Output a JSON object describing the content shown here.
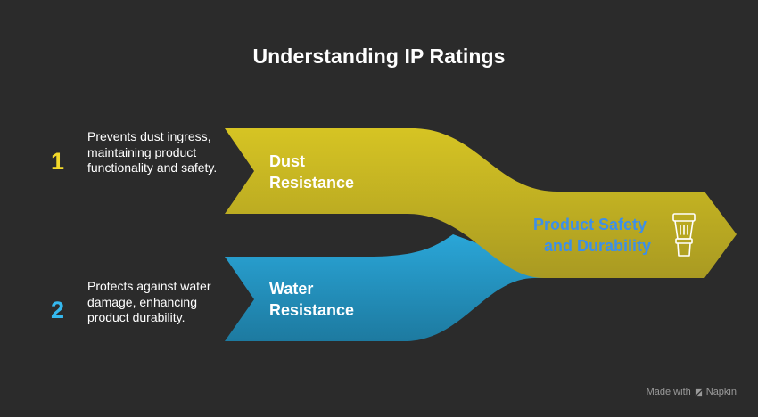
{
  "title": "Understanding IP Ratings",
  "colors": {
    "background": "#2b2b2b",
    "dust": "#d6c423",
    "dust_dark": "#a99a22",
    "water": "#2aa6d8",
    "water_dark": "#1d7aa0",
    "number_1": "#f2d92a",
    "number_2": "#35b8ee",
    "result_label": "#3d8fe8"
  },
  "items": [
    {
      "number": "1",
      "description": "Prevents dust ingress, maintaining product functionality and safety.",
      "label_line1": "Dust",
      "label_line2": "Resistance"
    },
    {
      "number": "2",
      "description": "Protects against water damage, enhancing product durability.",
      "label_line1": "Water",
      "label_line2": "Resistance"
    }
  ],
  "result": {
    "label_line1": "Product Safety",
    "label_line2": "and Durability",
    "icon": "cup-icon"
  },
  "watermark": {
    "text": "Made with",
    "brand": "Napkin"
  }
}
